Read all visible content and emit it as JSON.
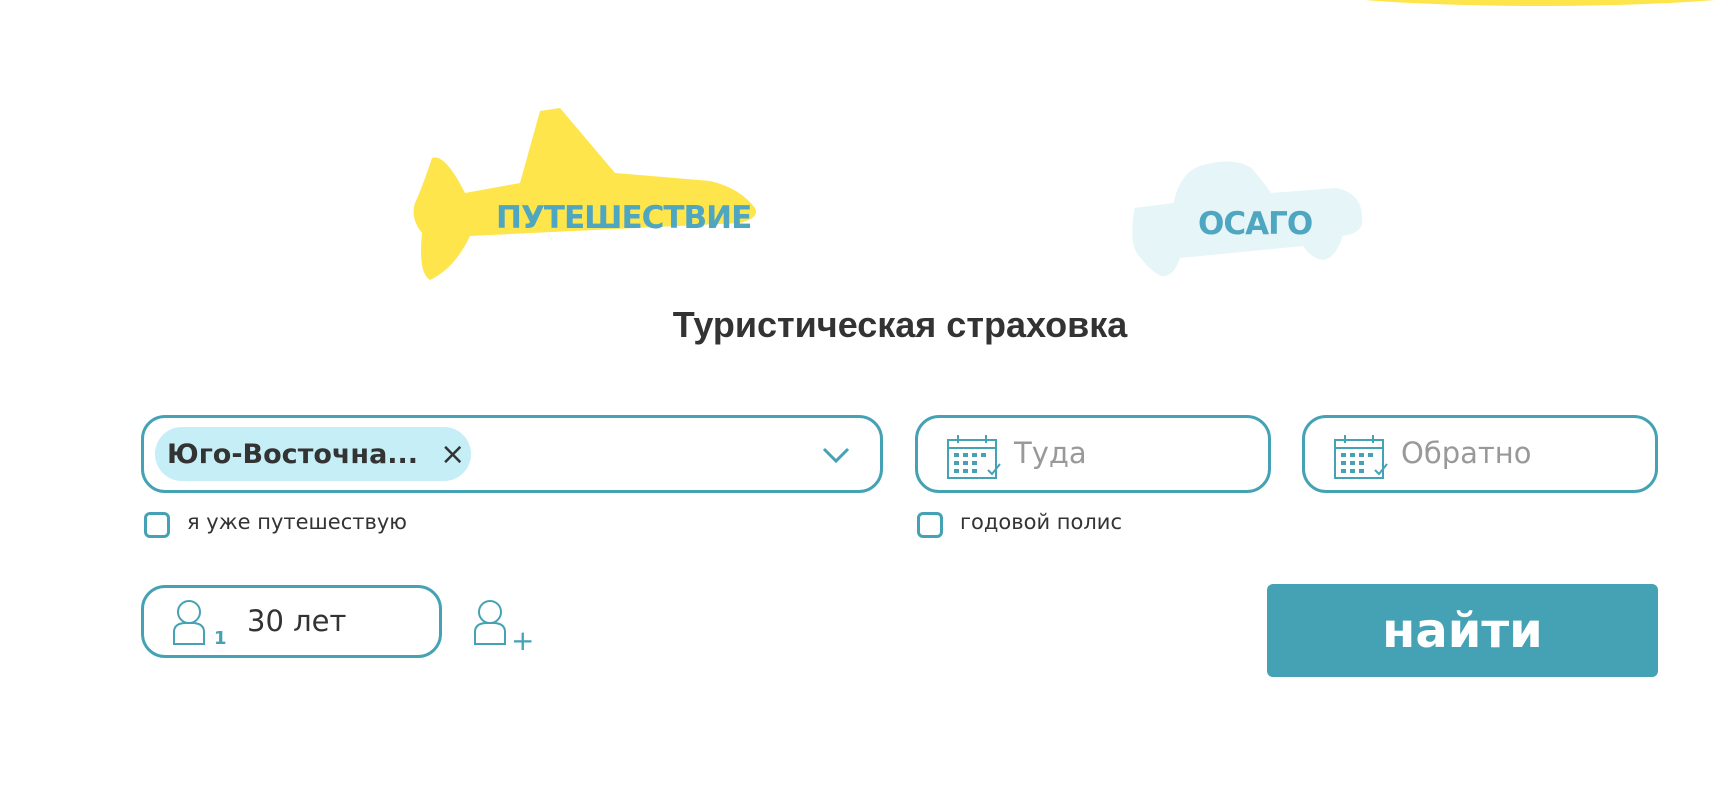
{
  "tabs": [
    {
      "label": "ПУТЕШЕСТВИЕ",
      "active": true
    },
    {
      "label": "ОСАГО",
      "active": false
    }
  ],
  "title": "Туристическая страховка",
  "destination": {
    "chip": "Юго-Восточна...",
    "remove": "×"
  },
  "date_from": {
    "placeholder": "Туда"
  },
  "date_to": {
    "placeholder": "Обратно"
  },
  "checkboxes": [
    {
      "label": "я уже путешествую",
      "checked": false
    },
    {
      "label": "годовой полис",
      "checked": false
    }
  ],
  "traveler": {
    "index": "1",
    "age": "30 лет",
    "add": "+"
  },
  "search_button": "найти",
  "colors": {
    "accent": "#45a2b5",
    "yellow": "#fde54b",
    "chip": "#c6eef6"
  }
}
